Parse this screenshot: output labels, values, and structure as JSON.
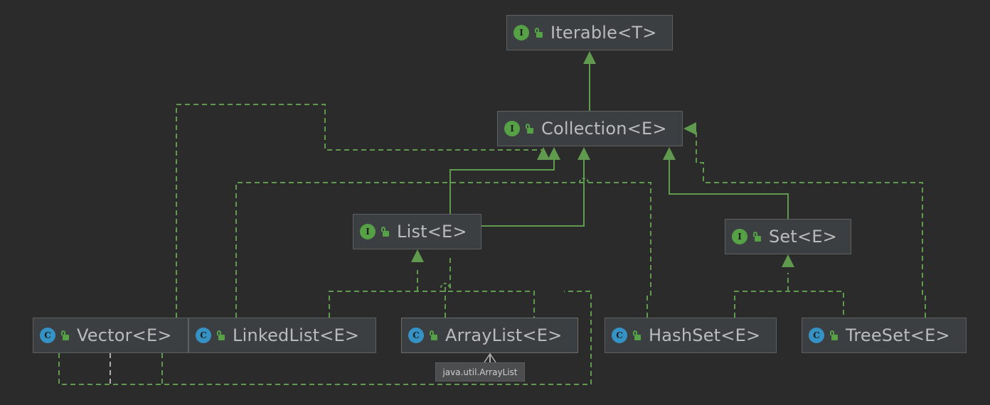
{
  "nodes": [
    {
      "id": "iterable",
      "kind": "interface",
      "badge": "I",
      "label": "Iterable<T>",
      "icon": "unlocked-padlock-icon"
    },
    {
      "id": "collection",
      "kind": "interface",
      "badge": "I",
      "label": "Collection<E>",
      "icon": "unlocked-padlock-icon"
    },
    {
      "id": "list",
      "kind": "interface",
      "badge": "I",
      "label": "List<E>",
      "icon": "unlocked-padlock-icon"
    },
    {
      "id": "set",
      "kind": "interface",
      "badge": "I",
      "label": "Set<E>",
      "icon": "unlocked-padlock-icon"
    },
    {
      "id": "vector",
      "kind": "class",
      "badge": "C",
      "label": "Vector<E>",
      "icon": "unlocked-padlock-icon"
    },
    {
      "id": "linkedlist",
      "kind": "class",
      "badge": "C",
      "label": "LinkedList<E>",
      "icon": "unlocked-padlock-icon"
    },
    {
      "id": "arraylist",
      "kind": "class",
      "badge": "C",
      "label": "ArrayList<E>",
      "icon": "unlocked-padlock-icon"
    },
    {
      "id": "hashset",
      "kind": "class",
      "badge": "C",
      "label": "HashSet<E>",
      "icon": "unlocked-padlock-icon"
    },
    {
      "id": "treeset",
      "kind": "class",
      "badge": "C",
      "label": "TreeSet<E>",
      "icon": "unlocked-padlock-icon"
    }
  ],
  "relations": [
    {
      "from": "collection",
      "to": "iterable",
      "type": "extends"
    },
    {
      "from": "list",
      "to": "collection",
      "type": "extends"
    },
    {
      "from": "set",
      "to": "collection",
      "type": "extends"
    },
    {
      "from": "vector",
      "to": "list",
      "type": "implements"
    },
    {
      "from": "linkedlist",
      "to": "list",
      "type": "implements"
    },
    {
      "from": "arraylist",
      "to": "list",
      "type": "implements"
    },
    {
      "from": "vector",
      "to": "collection",
      "type": "implements"
    },
    {
      "from": "linkedlist",
      "to": "collection",
      "type": "implements"
    },
    {
      "from": "arraylist",
      "to": "collection",
      "type": "implements"
    },
    {
      "from": "hashset",
      "to": "collection",
      "type": "implements"
    },
    {
      "from": "hashset",
      "to": "set",
      "type": "implements"
    },
    {
      "from": "treeset",
      "to": "set",
      "type": "implements"
    },
    {
      "from": "treeset",
      "to": "collection",
      "type": "implements"
    }
  ],
  "tooltip": {
    "text": "java.util.ArrayList"
  },
  "colors": {
    "background": "#2b2b2b",
    "node_fill": "#3c3f41",
    "node_border": "#5d5f61",
    "text": "#bbbbbb",
    "interface_badge": "#56a046",
    "class_badge": "#3592c4",
    "edge": "#5f9a4f",
    "edge_secondary": "#b0b0b0",
    "tooltip_bg": "#4b4d4f"
  }
}
